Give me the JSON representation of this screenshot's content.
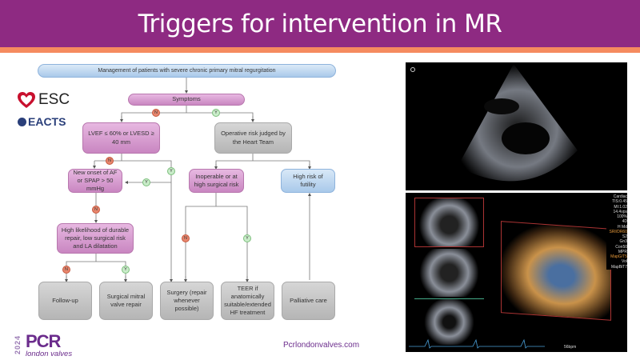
{
  "title": "Triggers for intervention in MR",
  "logos": {
    "esc": "ESC",
    "eacts": "EACTS",
    "pcr": "PCR",
    "pcr_sub": "london valves",
    "pcr_year": "2024"
  },
  "footer_url": "Pcrlondonvalves.com",
  "flowchart": {
    "top": "Management of patients with severe chronic primary mitral regurgitation",
    "symptoms": "Symptoms",
    "lvef": "LVEF ≤ 60% or LVESD ≥ 40 mm",
    "operative_risk": "Operative risk judged by the Heart Team",
    "af": "New onset of AF or SPAP > 50 mmHg",
    "inoperable": "Inoperable or at high surgical risk",
    "futility": "High risk of futility",
    "durable": "High likelihood of durable repair, low surgical risk and LA dilatation",
    "followup": "Follow-up",
    "surgical_repair": "Surgical mitral valve repair",
    "surgery": "Surgery (repair whenever possible)",
    "teer": "TEER if anatomically suitable/extended HF treatment",
    "palliative": "Palliative care",
    "no": "N",
    "yes": "Y"
  },
  "echo": {
    "readout": [
      "Cardiac",
      "TIS:0.45",
      "MI:1.02",
      "14.4vps",
      "100%",
      "4D",
      "H Md",
      "SRI/DR60",
      "S2",
      "Gn3",
      "Con50",
      "MPR",
      "MapG/T5",
      "Vol",
      "MapBiT7"
    ],
    "hr": "56bpm"
  },
  "colors": {
    "header": "#8E2A82",
    "stripe": "#F58B5F",
    "pcr": "#6B2C8C"
  }
}
